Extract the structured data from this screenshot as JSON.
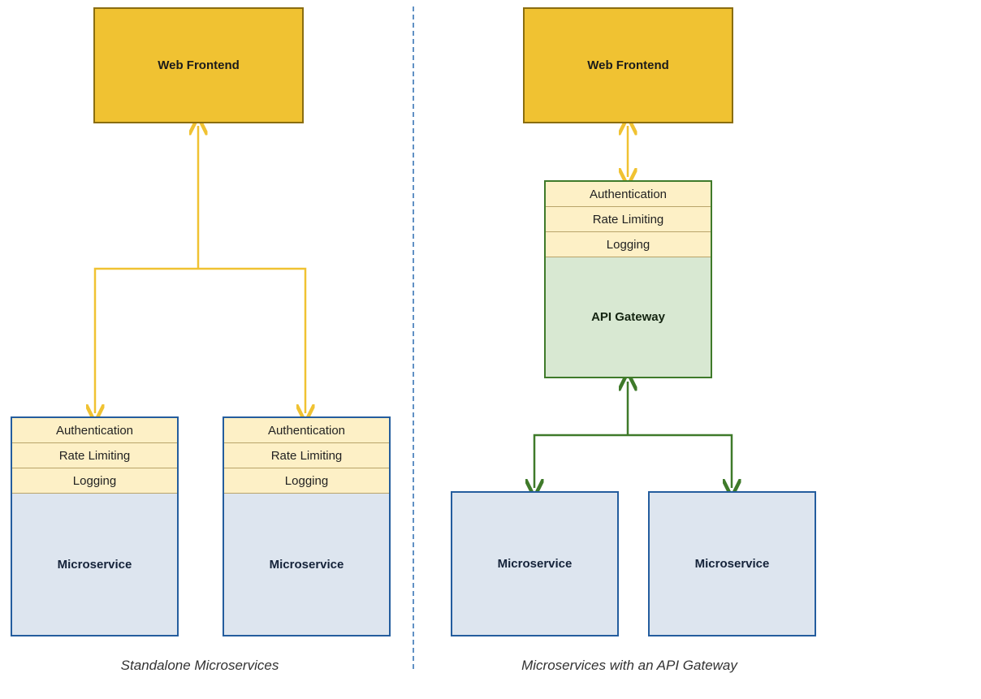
{
  "left_panel": {
    "frontend_label": "Web Frontend",
    "services": [
      {
        "layers": [
          "Authentication",
          "Rate Limiting",
          "Logging"
        ],
        "label": "Microservice"
      },
      {
        "layers": [
          "Authentication",
          "Rate Limiting",
          "Logging"
        ],
        "label": "Microservice"
      }
    ],
    "caption": "Standalone Microservices"
  },
  "right_panel": {
    "frontend_label": "Web Frontend",
    "gateway": {
      "layers": [
        "Authentication",
        "Rate Limiting",
        "Logging"
      ],
      "label": "API Gateway"
    },
    "services": [
      {
        "label": "Microservice"
      },
      {
        "label": "Microservice"
      }
    ],
    "caption": "Microservices with an API Gateway"
  },
  "colors": {
    "frontend_fill": "#f0c232",
    "frontend_connector": "#f0c232",
    "gateway_connector": "#3f7a2a",
    "service_border": "#245d9e",
    "divider": "#2b6cb0"
  }
}
